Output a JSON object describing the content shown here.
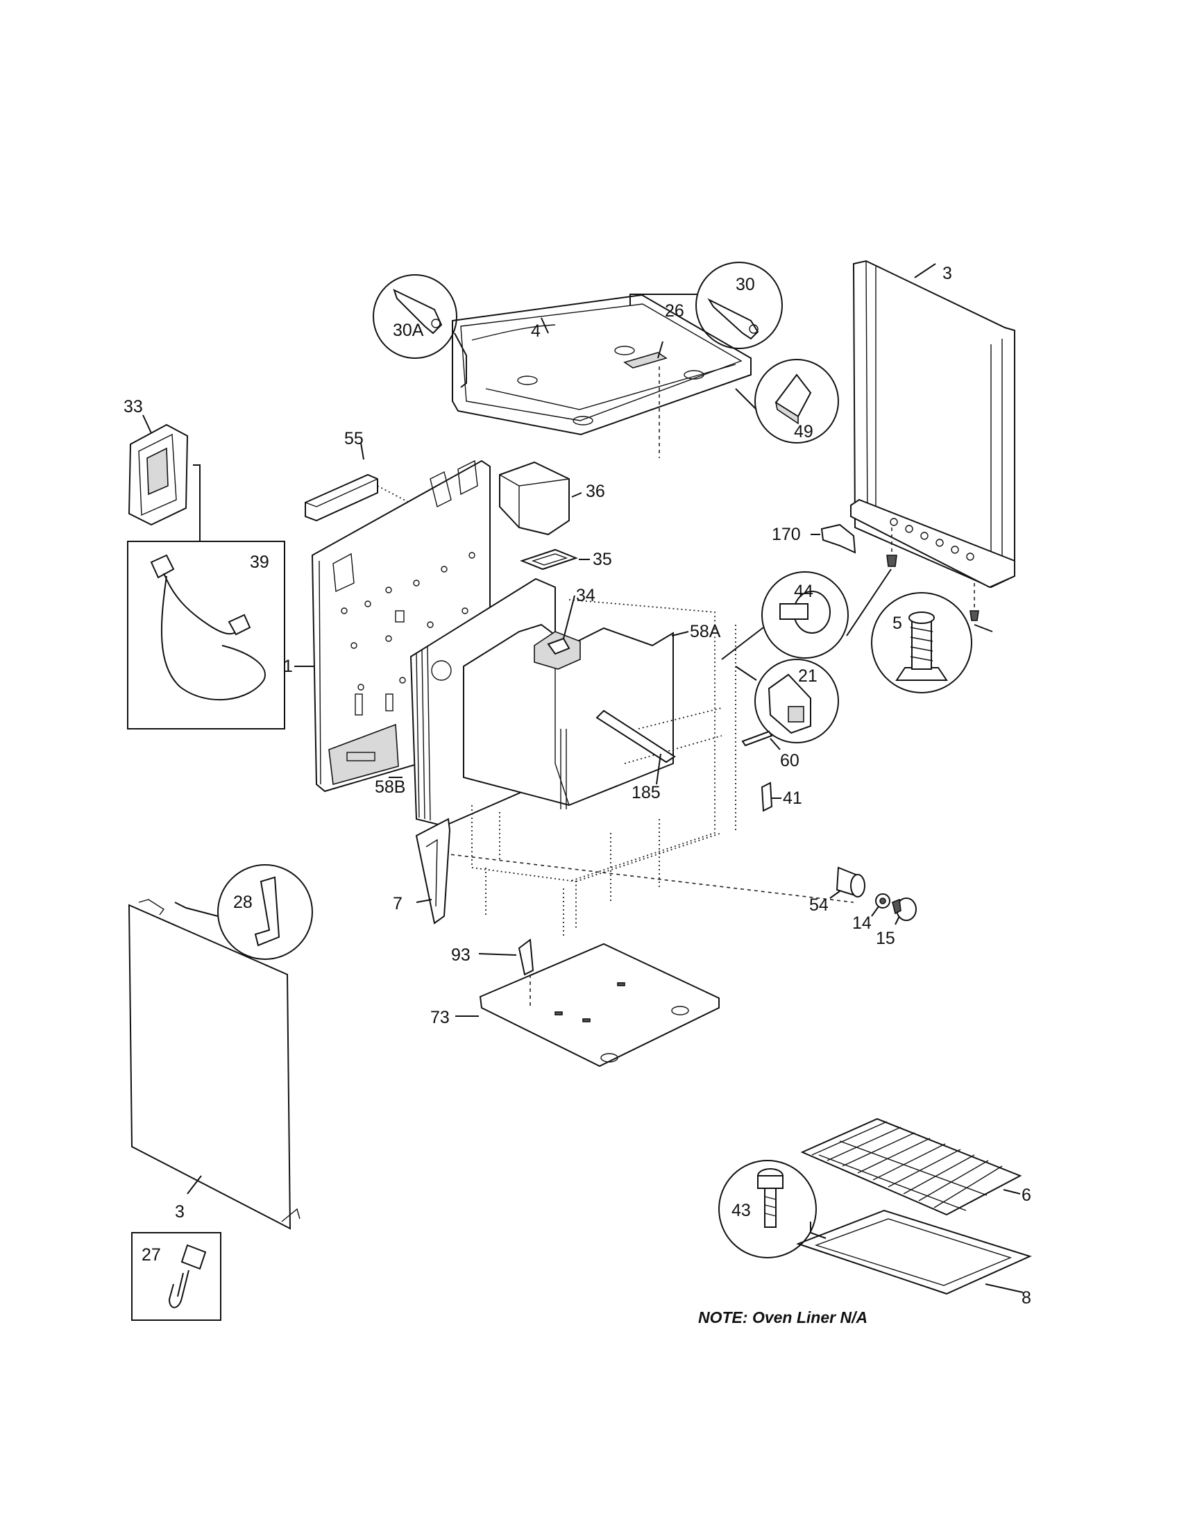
{
  "labels": {
    "p1": "1",
    "p3_right": "3",
    "p3_left": "3",
    "p4": "4",
    "p5": "5",
    "p6": "6",
    "p7": "7",
    "p8": "8",
    "p14": "14",
    "p15": "15",
    "p21": "21",
    "p26": "26",
    "p27": "27",
    "p28": "28",
    "p30": "30",
    "p30a": "30A",
    "p33": "33",
    "p34": "34",
    "p35": "35",
    "p36": "36",
    "p39": "39",
    "p41": "41",
    "p43": "43",
    "p44": "44",
    "p49": "49",
    "p54": "54",
    "p55": "55",
    "p58a": "58A",
    "p58b": "58B",
    "p60": "60",
    "p73": "73",
    "p93": "93",
    "p170": "170",
    "p185": "185"
  },
  "note": "NOTE: Oven Liner N/A"
}
